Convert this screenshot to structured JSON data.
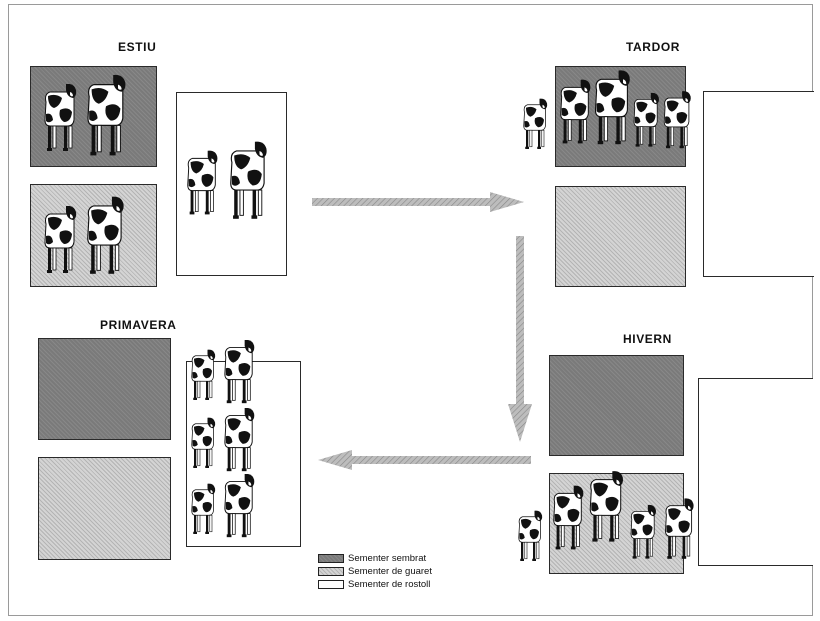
{
  "seasons": {
    "estiu": "ESTIU",
    "tardor": "TARDOR",
    "hivern": "HIVERN",
    "primavera": "PRIMAVERA"
  },
  "legend": [
    {
      "label": "Sementer sembrat",
      "type": "sown"
    },
    {
      "label": "Sementer de guaret",
      "type": "fallow"
    },
    {
      "label": "Sementer de rostoll",
      "type": "stubble"
    }
  ],
  "colors": {
    "sown": "#7a7a7a",
    "fallow": "#d4d4d4",
    "stubble": "#ffffff",
    "arrow": "#a8a8a8"
  },
  "icons": [
    "cow-icon",
    "arrow-right-icon",
    "arrow-down-icon",
    "arrow-left-icon"
  ]
}
